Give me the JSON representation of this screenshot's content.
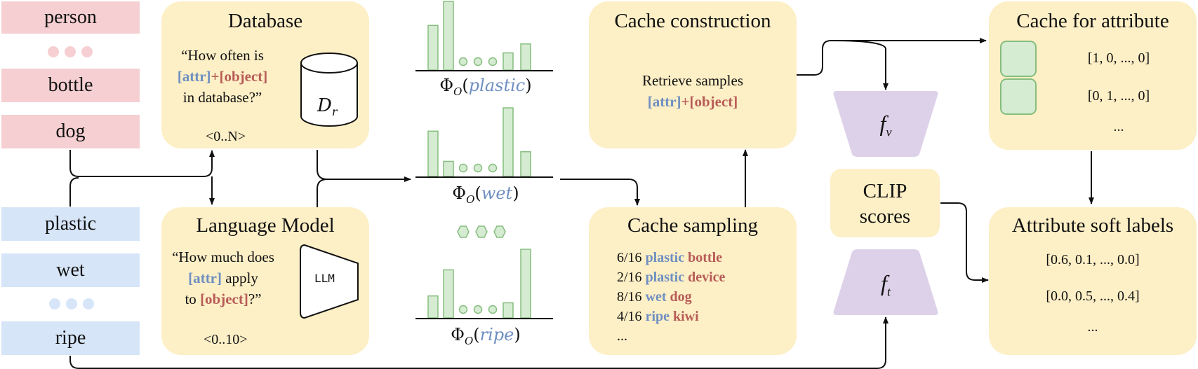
{
  "objects": [
    "person",
    "bottle",
    "dog"
  ],
  "attributes": [
    "plastic",
    "wet",
    "ripe"
  ],
  "database": {
    "title": "Database",
    "q_line1": "“How often is",
    "q_attr": "[attr]",
    "q_plus": "+",
    "q_object": "[object]",
    "q_line3": "in database?”",
    "range": "<0..N>",
    "symbol_base": "D",
    "symbol_sub": "r"
  },
  "language_model": {
    "title": "Language Model",
    "q_line1": "“How much does",
    "q_attr": "[attr]",
    "q_apply": " apply",
    "q_to": "to ",
    "q_object": "[object]",
    "q_end": "?”",
    "range": "<0..10>",
    "llm_label": "LLM"
  },
  "histograms": [
    {
      "fn": "Φ",
      "sub": "O",
      "arg": "plastic",
      "values": [
        0.65,
        1.0,
        0.12,
        0.12,
        0.12,
        0.25,
        0.38
      ]
    },
    {
      "fn": "Φ",
      "sub": "O",
      "arg": "wet",
      "values": [
        0.66,
        0.22,
        0.12,
        0.12,
        0.12,
        1.0,
        0.36
      ]
    },
    {
      "fn": "Φ",
      "sub": "O",
      "arg": "ripe",
      "values": [
        0.32,
        0.7,
        0.1,
        0.1,
        0.1,
        0.22,
        1.0
      ]
    }
  ],
  "cache_construction": {
    "title": "Cache construction",
    "line1": "Retrieve samples",
    "attr": "[attr]",
    "plus": "+",
    "object": "[object]"
  },
  "cache_sampling": {
    "title": "Cache sampling",
    "samples": [
      {
        "frac": "6/16",
        "attr": "plastic",
        "object": "bottle"
      },
      {
        "frac": "2/16",
        "attr": "plastic",
        "object": "device"
      },
      {
        "frac": "8/16",
        "attr": "wet",
        "object": "dog"
      },
      {
        "frac": "4/16",
        "attr": "ripe",
        "object": "kiwi"
      }
    ],
    "ellipsis": "..."
  },
  "encoders": {
    "visual_base": "f",
    "visual_sub": "v",
    "text_base": "f",
    "text_sub": "t"
  },
  "clip": {
    "line1": "CLIP",
    "line2": "scores"
  },
  "cache_attribute": {
    "title": "Cache for attribute",
    "vectors": [
      "[1, 0, ..., 0]",
      "[0, 1, ..., 0]"
    ],
    "ellipsis": "..."
  },
  "soft_labels": {
    "title": "Attribute soft labels",
    "vectors": [
      "[0.6, 0.1, ..., 0.0]",
      "[0.0, 0.5, ..., 0.4]"
    ],
    "ellipsis": "..."
  },
  "colors": {
    "object_bg": "#f5cfd1",
    "attribute_bg": "#d6e5f7",
    "panel_bg": "#fdefc6",
    "encoder_bg": "#ddd1e9",
    "bar_fill": "#d5ecd2",
    "bar_stroke": "#86bd7e",
    "attr_text": "#6f8fc1",
    "object_text": "#b75b57",
    "dot_object": "#f5cfd1",
    "dot_attribute": "#d6e5f7"
  }
}
